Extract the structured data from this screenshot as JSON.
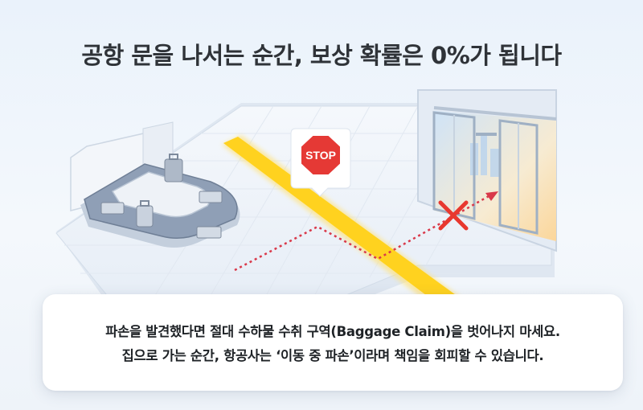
{
  "headline": "공항 문을 나서는 순간, 보상 확률은 0%가 됩니다",
  "stop_sign": {
    "label": "STOP",
    "color": "#e53935"
  },
  "caption": {
    "line1": "파손을 발견했다면 절대 수하물 수취 구역(Baggage Claim)을 벗어나지 마세요.",
    "line2": "집으로 가는 순간, 항공사는 ‘이동 중 파손’이라며 책임을 회피할 수 있습니다."
  },
  "icons": {
    "stop": "stop-sign-icon",
    "cross": "x-mark-icon",
    "path": "dotted-path-arrow",
    "carousel": "baggage-carousel",
    "doors": "exit-glass-doors"
  },
  "colors": {
    "boundary_line": "#ffd21f",
    "path_line": "#d9394a",
    "cross": "#e8382f",
    "text": "#2f3338"
  }
}
